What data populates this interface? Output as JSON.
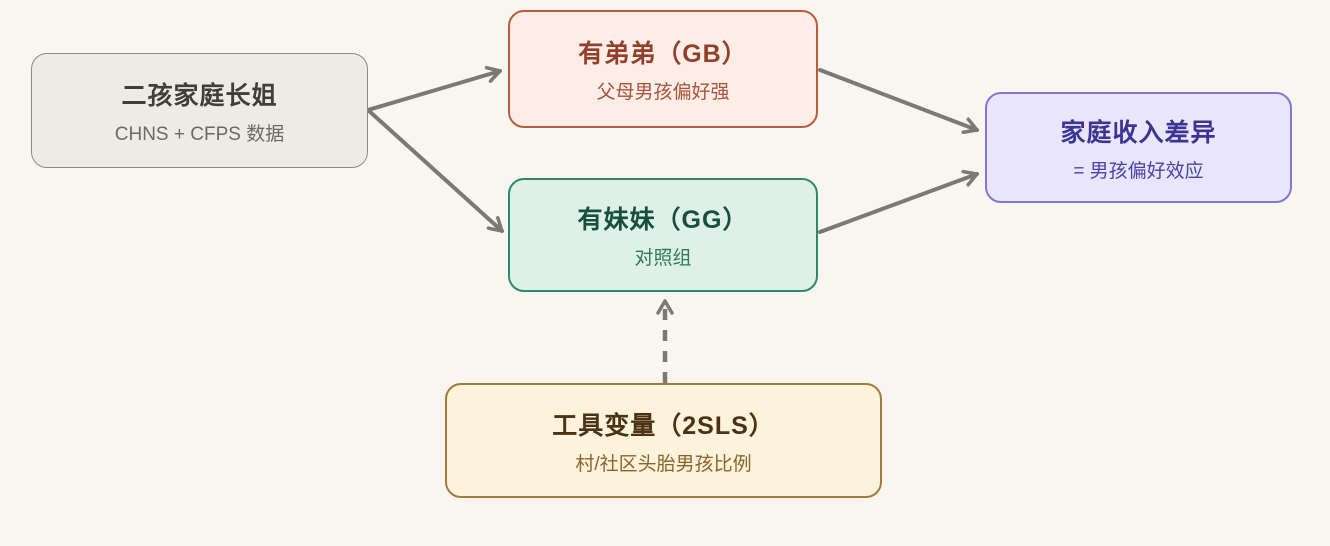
{
  "diagram": {
    "background_color": "#f9f6ef",
    "arrow_color": "#7a7a72",
    "nodes": {
      "source": {
        "title": "二孩家庭长姐",
        "subtitle": "CHNS + CFPS 数据",
        "fill": "#edebe3",
        "border": "#8b8b83",
        "title_color": "#3f3e3a",
        "subtitle_color": "#6b6a63"
      },
      "gb": {
        "title": "有弟弟（GB）",
        "subtitle": "父母男孩偏好强",
        "fill": "#fcede7",
        "border": "#b95c3d",
        "title_color": "#93402a",
        "subtitle_color": "#a8543a"
      },
      "gg": {
        "title": "有妹妹（GG）",
        "subtitle": "对照组",
        "fill": "#def0e8",
        "border": "#2b8a6d",
        "title_color": "#174f3e",
        "subtitle_color": "#2d7a5c"
      },
      "outcome": {
        "title": "家庭收入差异",
        "subtitle": "= 男孩偏好效应",
        "fill": "#e9e6fb",
        "border": "#8176d5",
        "title_color": "#3c3492",
        "subtitle_color": "#4c42a8"
      },
      "iv": {
        "title": "工具变量（2SLS）",
        "subtitle": "村/社区头胎男孩比例",
        "fill": "#fdf2dc",
        "border": "#a67a3a",
        "title_color": "#4a3213",
        "subtitle_color": "#8a6428"
      }
    },
    "edges": [
      {
        "from": "source",
        "to": "gb",
        "style": "solid"
      },
      {
        "from": "source",
        "to": "gg",
        "style": "solid"
      },
      {
        "from": "gb",
        "to": "outcome",
        "style": "solid"
      },
      {
        "from": "gg",
        "to": "outcome",
        "style": "solid"
      },
      {
        "from": "iv",
        "to": "gg",
        "style": "dashed"
      }
    ]
  }
}
